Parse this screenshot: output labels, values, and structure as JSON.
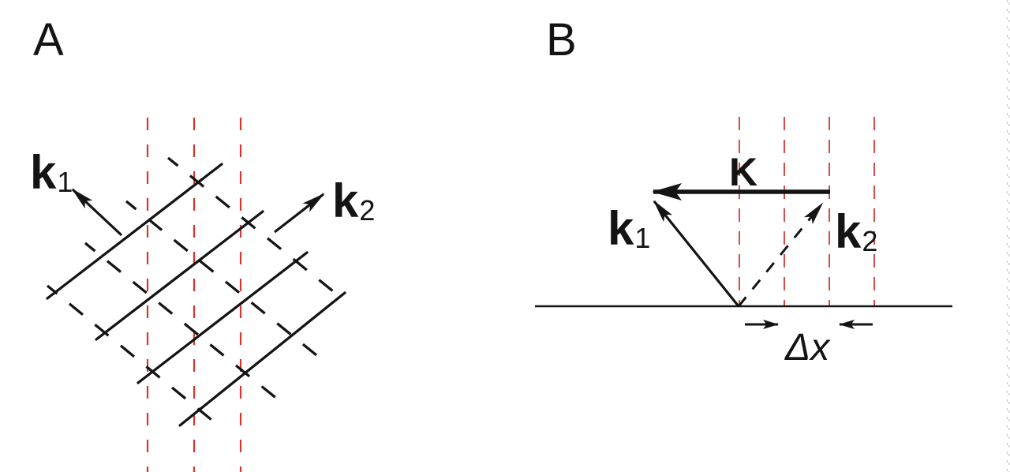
{
  "panel_a": {
    "label": "A",
    "k1": {
      "base": "k",
      "sub": "1"
    },
    "k2": {
      "base": "k",
      "sub": "2"
    }
  },
  "panel_b": {
    "label": "B",
    "k1": {
      "base": "k",
      "sub": "1"
    },
    "k2": {
      "base": "k",
      "sub": "2"
    },
    "K_label": "K",
    "delta_x_label": "Δx"
  },
  "colors": {
    "ink": "#141414",
    "fringe_red": "#d63631",
    "edge_dots": "#c6c6c6",
    "background": "#ffffff"
  }
}
